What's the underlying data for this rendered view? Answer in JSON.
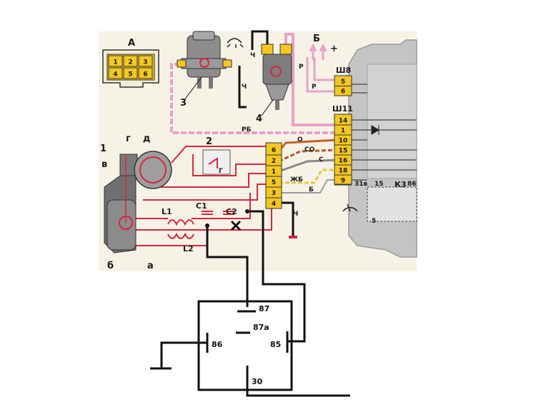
{
  "connector_a": {
    "title": "А",
    "pins": [
      "1",
      "2",
      "3",
      "4",
      "5",
      "6"
    ]
  },
  "components": {
    "n1": "1",
    "n2": "2",
    "n3": "3",
    "n4": "4",
    "g": "г",
    "d": "д",
    "v": "в",
    "b": "б",
    "a": "а",
    "l1": "L1",
    "l2": "L2",
    "c1": "C1",
    "c2": "C2",
    "k3": "К3"
  },
  "block_sh8": {
    "title": "Ш8",
    "pins": [
      "5",
      "6"
    ]
  },
  "block_sh11": {
    "title": "Ш11",
    "pins": [
      "14",
      "1",
      "10",
      "15",
      "16",
      "18",
      "9"
    ]
  },
  "left_connector": {
    "pins": [
      "6",
      "2",
      "1",
      "5",
      "3",
      "4"
    ]
  },
  "wire_labels": {
    "rb": "РБ",
    "r1": "Р",
    "r2": "Р",
    "ch1": "Ч",
    "ch2": "Ч",
    "ch3": "Ч",
    "o": "О",
    "so": "СО",
    "s": "С",
    "zhb": "ЖБ",
    "b": "Б",
    "b_top": "Б",
    "plus": "+",
    "t31b": "31в",
    "t15": "15",
    "t86": "86",
    "t5": "5",
    "tg": "Г"
  },
  "relay": {
    "p87": "87",
    "p87a": "87а",
    "p86": "86",
    "p85": "85",
    "p30": "30"
  },
  "colors": {
    "background": "#f6f2e6",
    "connector": "#f4c721",
    "red_wire": "#d7263d",
    "pink_wire": "#e8a2c8",
    "brown_wire": "#c7622c",
    "grey_wire": "#8a8a8a",
    "black": "#111111",
    "block": "#bfbfbf"
  }
}
